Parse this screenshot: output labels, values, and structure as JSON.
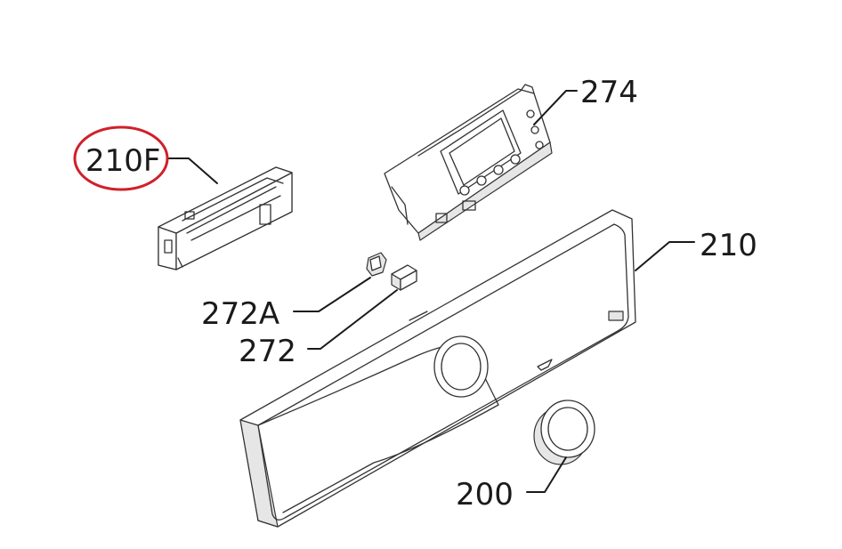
{
  "diagram": {
    "labels": {
      "p210F": "210F",
      "p274": "274",
      "p210": "210",
      "p272A": "272A",
      "p272": "272",
      "p200": "200"
    },
    "highlight": {
      "target": "210F",
      "color": "#d0202a"
    },
    "line_color": "#1a1a1a"
  }
}
